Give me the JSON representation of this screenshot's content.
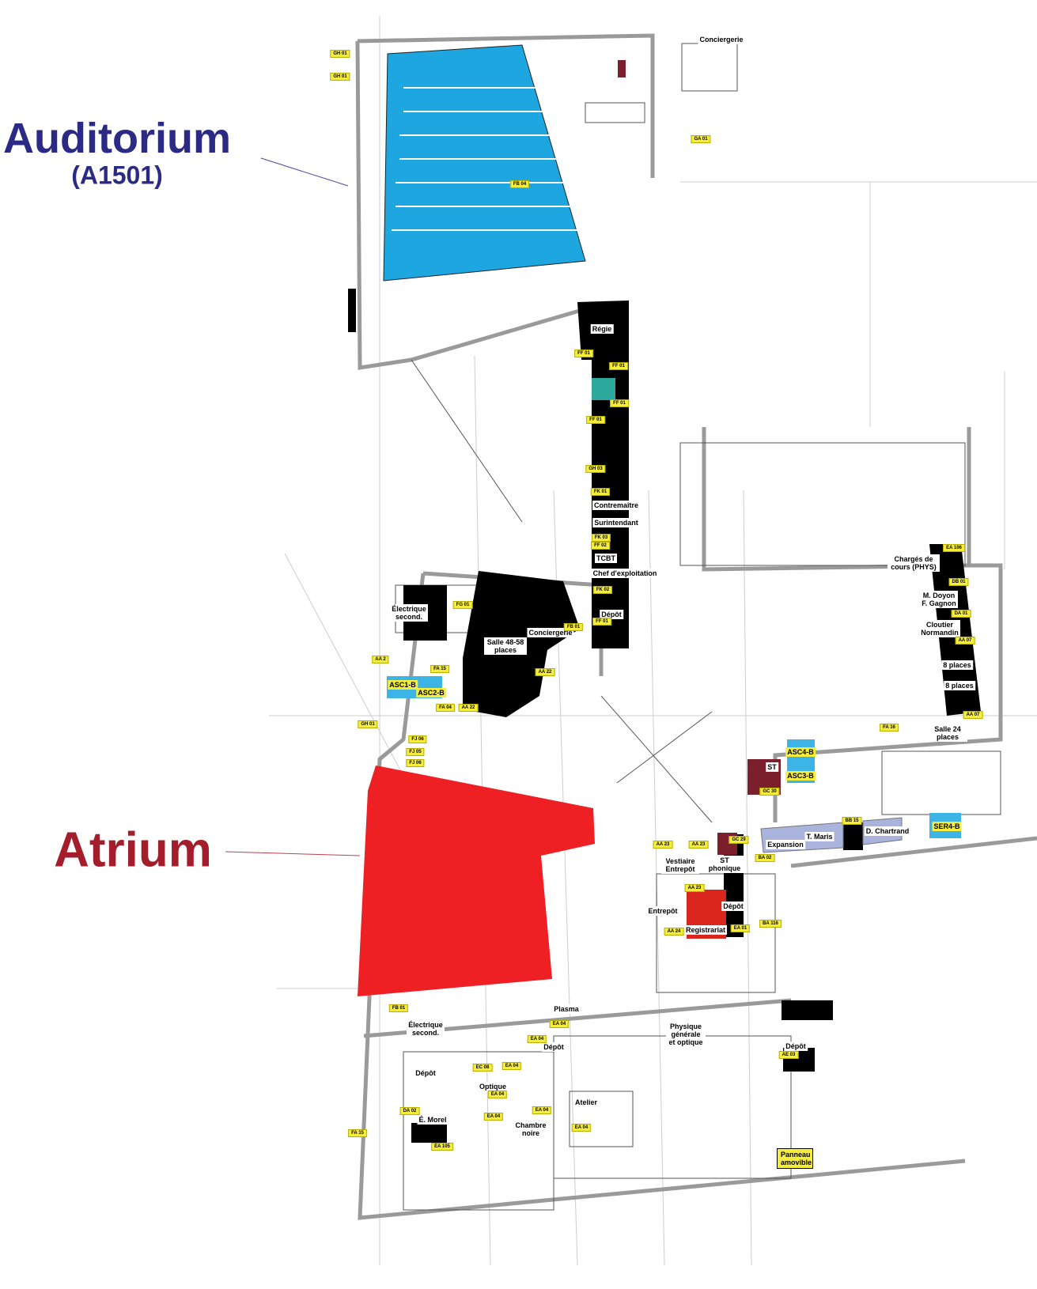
{
  "callouts": {
    "auditorium_title": "Auditorium",
    "auditorium_code": "(A1501)",
    "atrium_title": "Atrium"
  },
  "colors": {
    "auditorium": "#1ea6e0",
    "atrium": "#ee2024",
    "service_rooms": "#000000",
    "offices_lavender": "#a9b3dc",
    "elevators": "#3cb4e5",
    "tag_yellow": "#f5ec3c",
    "callout_blue": "#2b2b86",
    "callout_red": "#a31d2b"
  },
  "rooms": {
    "conciergerie_top": "Conciergerie",
    "regie": "Régie",
    "contremaitre": "Contremaître",
    "surintendant": "Surintendant",
    "tcbt": "TCBT",
    "chef": "Chef d'exploitation",
    "depot_corridor": "Dépôt",
    "electrique_top": "Électrique second.",
    "salle48": "Salle 48-58 places",
    "conciergerie_mid": "Conciergerie",
    "asc1": "ASC1-B",
    "asc2": "ASC2-B",
    "charges": "Chargés de cours (PHYS)",
    "doyon": "M. Doyon F. Gagnon",
    "cloutier": "Cloutier Normandin",
    "places8a": "8 places",
    "places8b": "8 places",
    "salle24": "Salle 24 places",
    "st": "ST",
    "asc4": "ASC4-B",
    "asc3": "ASC3-B",
    "expansion": "Expansion",
    "tmaris": "T. Maris",
    "chartrand": "D. Chartrand",
    "ser4": "SER4-B",
    "vestiaire": "Vestiaire Entrepôt",
    "stphonique": "ST phonique",
    "entrepot": "Entrepôt",
    "depot_reg": "Dépôt",
    "registrariat": "Registrariat",
    "plasma": "Plasma",
    "electrique_bot": "Électrique second.",
    "depot_bl": "Dépôt",
    "depot_mid": "Dépôt",
    "optique": "Optique",
    "physique": "Physique générale et optique",
    "morel": "É. Morel",
    "chambre": "Chambre noire",
    "atelier": "Atelier",
    "depot_right": "Dépôt",
    "panneau": "Panneau amovible"
  },
  "tags": [
    "GH 01",
    "GH 01",
    "GA 01",
    "FB 04",
    "FF 01",
    "FF 01",
    "FF 01",
    "FF 01",
    "GH 03",
    "FK 01",
    "FK 03",
    "FF 02",
    "FK 02",
    "FF 01",
    "FG 01",
    "FB 01",
    "FA 15",
    "AA 22",
    "AA 22",
    "FA 04",
    "AA 2",
    "GH 01",
    "FJ 06",
    "FJ 05",
    "FJ 06",
    "EA 106",
    "DB 01",
    "DA 01",
    "AA 07",
    "AA 07",
    "FA 16",
    "GC 30",
    "BB 15",
    "GC 29",
    "BA 02",
    "AA 23",
    "AA 23",
    "AA 23",
    "AA 24",
    "EA 01",
    "BA 116",
    "FB 01",
    "EA 04",
    "EA 04",
    "EC 08",
    "EA 04",
    "EA 04",
    "EA 04",
    "EA 04",
    "EA 04",
    "DA 02",
    "FA 15",
    "EA 105",
    "AE 03"
  ]
}
